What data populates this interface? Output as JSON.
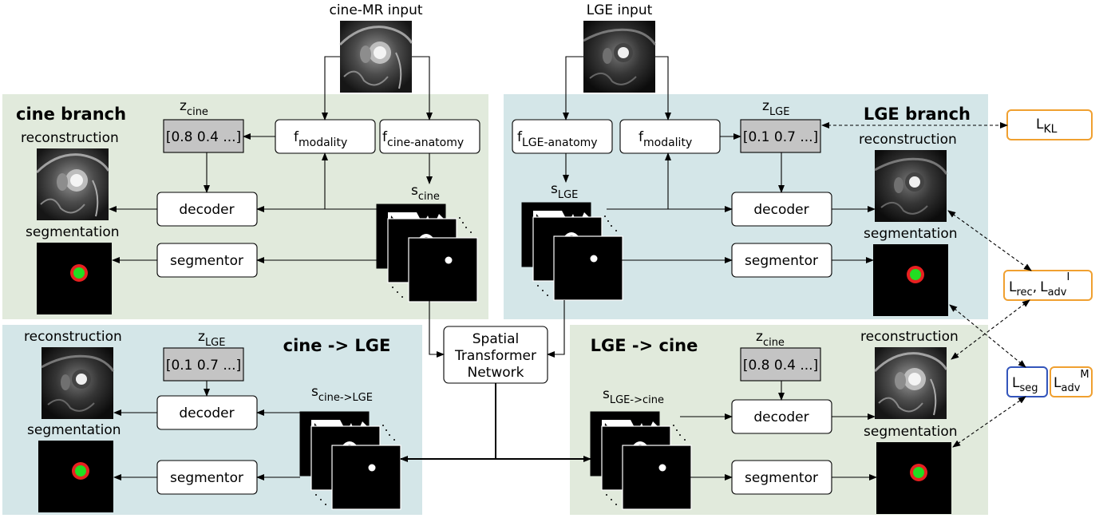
{
  "inputs": {
    "cine": "cine-MR input",
    "lge": "LGE input"
  },
  "panels": {
    "cine_branch": "cine branch",
    "lge_branch": "LGE branch",
    "cine_to_lge": "cine -> LGE",
    "lge_to_cine": "LGE -> cine"
  },
  "labels": {
    "reconstruction": "reconstruction",
    "segmentation": "segmentation",
    "decoder": "decoder",
    "segmentor": "segmentor",
    "stn_line1": "Spatial",
    "stn_line2": "Transformer",
    "stn_line3": "Network"
  },
  "math": {
    "f": "f",
    "z": "z",
    "s": "s",
    "L": "L",
    "sub_modality": "modality",
    "sub_cine_anatomy": "cine-anatomy",
    "sub_lge_anatomy": "LGE-anatomy",
    "sub_cine": "cine",
    "sub_lge": "LGE",
    "sub_cine_to_lge": "cine->LGE",
    "sub_lge_to_cine": "LGE->cine",
    "sub_kl": "KL",
    "sub_rec": "rec",
    "comma": ",",
    "sub_adv": "adv",
    "sup_I": "I",
    "sub_seg": "seg",
    "sup_M": "M"
  },
  "codes": {
    "cine": "[0.8 0.4 ...]",
    "lge": "[0.1 0.7 ...]"
  },
  "colors": {
    "green_panel": "#e1eadc",
    "blue_panel": "#d4e6e8",
    "latent_gray": "#c4c4c4",
    "loss_orange": "#f0a030",
    "loss_blue": "#3355bb",
    "mask_red": "#e82020",
    "mask_green": "#22dd22"
  }
}
